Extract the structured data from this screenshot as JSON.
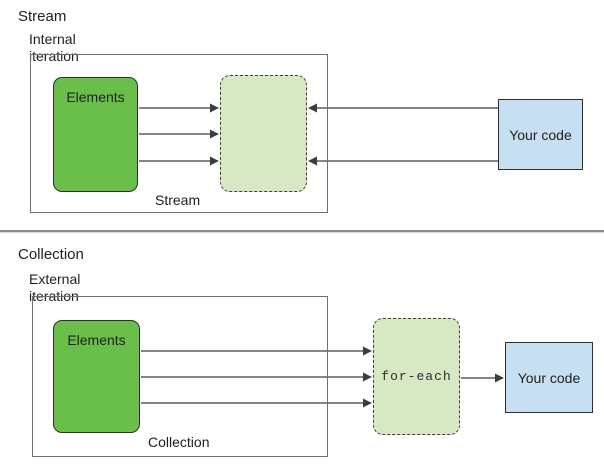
{
  "diagram": {
    "stream": {
      "title": "Stream",
      "subtitle": "Internal iteration",
      "elements_label": "Elements",
      "box_label": "Stream",
      "your_code_label": "Your code"
    },
    "collection": {
      "title": "Collection",
      "subtitle": "External iteration",
      "elements_label": "Elements",
      "box_label": "Collection",
      "foreach_label": "for-each",
      "your_code_label": "Your code"
    }
  },
  "colors": {
    "elements_fill": "#6abf4b",
    "process_fill": "#d9e8c4",
    "code_fill": "#c6dff1",
    "line": "#3c3c3c"
  }
}
